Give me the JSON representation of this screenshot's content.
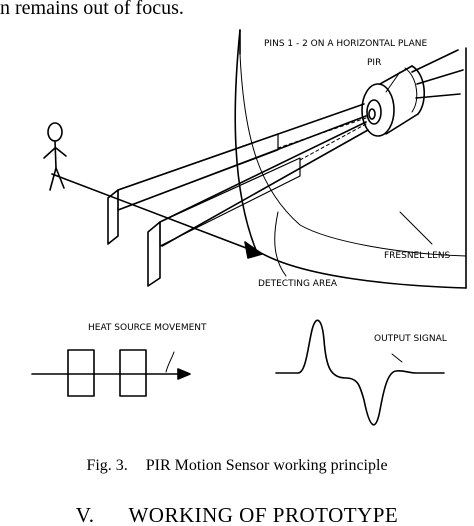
{
  "top_text": "n remains out of focus.",
  "figure": {
    "labels": {
      "pins": "PINS 1 - 2 ON A HORIZONTAL PLANE",
      "pir": "PIR",
      "fresnel": "FRESNEL LENS",
      "detecting": "DETECTING AREA",
      "heat_source": "HEAT SOURCE MOVEMENT",
      "output_signal": "OUTPUT SIGNAL"
    },
    "caption_number": "Fig. 3.",
    "caption_text": "PIR Motion Sensor working principle"
  },
  "section": {
    "number": "V.",
    "title": "WORKING OF PROTOTYPE"
  }
}
